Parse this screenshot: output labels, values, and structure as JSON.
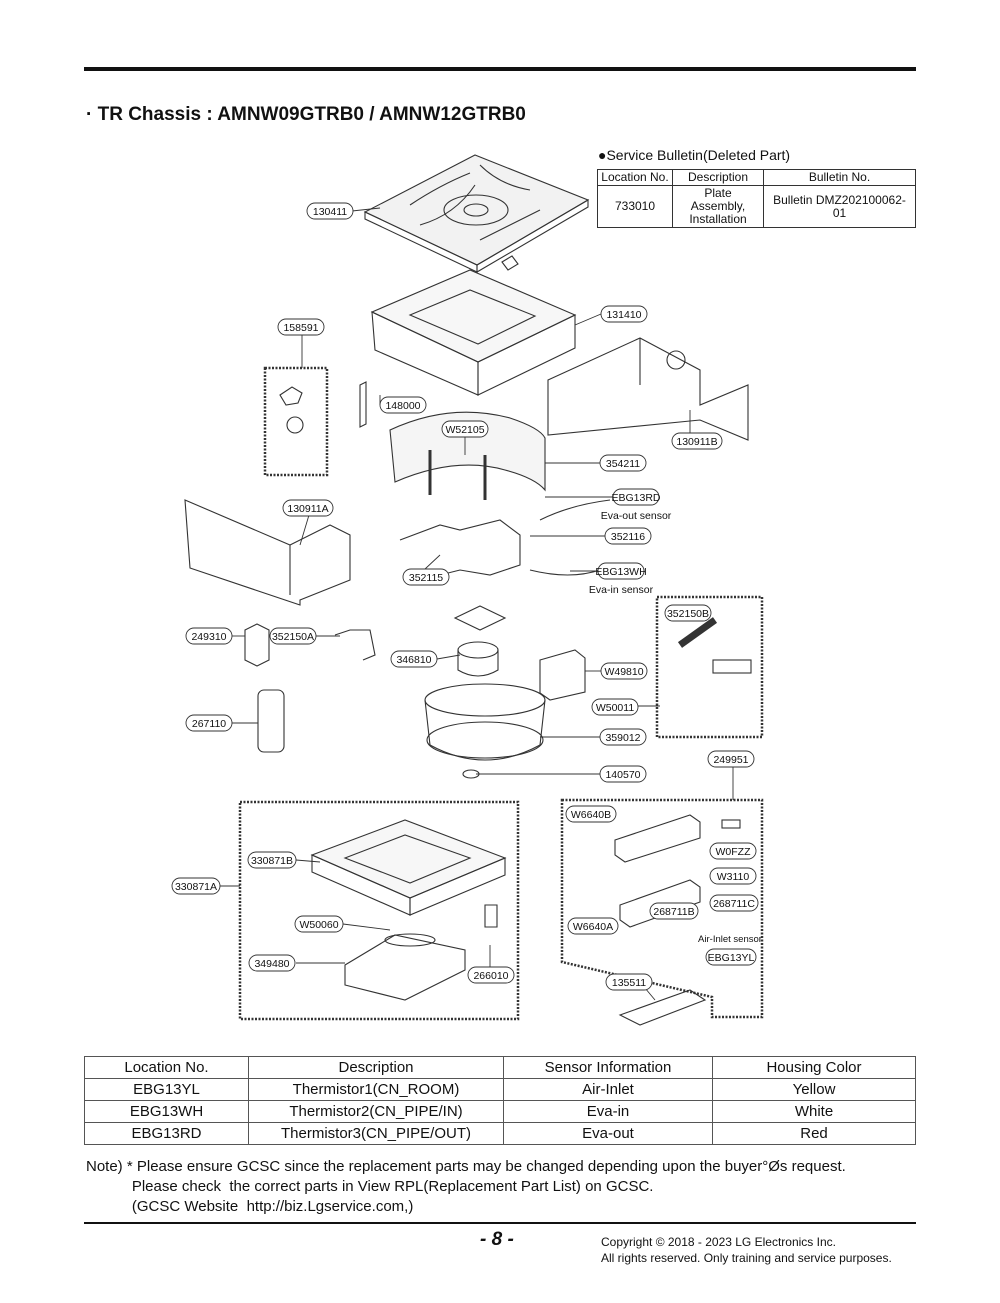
{
  "page": {
    "title": "· TR Chassis : AMNW09GTRB0 / AMNW12GTRB0",
    "page_number": "- 8 -",
    "copyright_line1": "Copyright © 2018 - 2023 LG Electronics Inc.",
    "copyright_line2": "All rights reserved. Only training and service purposes."
  },
  "service_bulletin": {
    "title": "●Service Bulletin(Deleted Part)",
    "headers": [
      "Location No.",
      "Description",
      "Bulletin No."
    ],
    "row": {
      "location": "733010",
      "description_line1": "Plate Assembly,",
      "description_line2": "Installation",
      "bulletin": "Bulletin DMZ202100062-01"
    }
  },
  "callouts": {
    "c130411": "130411",
    "c131410": "131410",
    "c158591": "158591",
    "c148000": "148000",
    "cW52105": "W52105",
    "c130911B": "130911B",
    "c354211": "354211",
    "cEBG13RD": "EBG13RD",
    "c130911A": "130911A",
    "c352116": "352116",
    "c352115": "352115",
    "cEBG13WH": "EBG13WH",
    "c352150B": "352150B",
    "c249310": "249310",
    "c352150A": "352150A",
    "c346810": "346810",
    "cW49810": "W49810",
    "cW50011": "W50011",
    "c267110": "267110",
    "c359012": "359012",
    "c249951": "249951",
    "c140570": "140570",
    "cW6640B": "W6640B",
    "cW0FZZ": "W0FZZ",
    "cW3110": "W3110",
    "c330871B": "330871B",
    "c330871A": "330871A",
    "c268711C": "268711C",
    "c268711B": "268711B",
    "cW50060": "W50060",
    "cW6640A": "W6640A",
    "cEBG13YL": "EBG13YL",
    "c349480": "349480",
    "c266010": "266010",
    "c135511": "135511"
  },
  "captions": {
    "eva_out": "Eva-out sensor",
    "eva_in": "Eva-in sensor",
    "air_inlet": "Air-Inlet sensor"
  },
  "sensor_table": {
    "headers": [
      "Location No.",
      "Description",
      "Sensor Information",
      "Housing Color"
    ],
    "rows": [
      [
        "EBG13YL",
        "Thermistor1(CN_ROOM)",
        "Air-Inlet",
        "Yellow"
      ],
      [
        "EBG13WH",
        "Thermistor2(CN_PIPE/IN)",
        "Eva-in",
        "White"
      ],
      [
        "EBG13RD",
        "Thermistor3(CN_PIPE/OUT)",
        "Eva-out",
        "Red"
      ]
    ]
  },
  "note": {
    "line1": "Note) * Please ensure GCSC since the replacement parts may be changed depending upon the buyer°Øs request.",
    "line2": "           Please check  the correct parts in View RPL(Replacement Part List) on GCSC.",
    "line3": "           (GCSC Website  http://biz.Lgservice.com,)"
  },
  "colors": {
    "ink": "#111111",
    "line": "#333333"
  }
}
